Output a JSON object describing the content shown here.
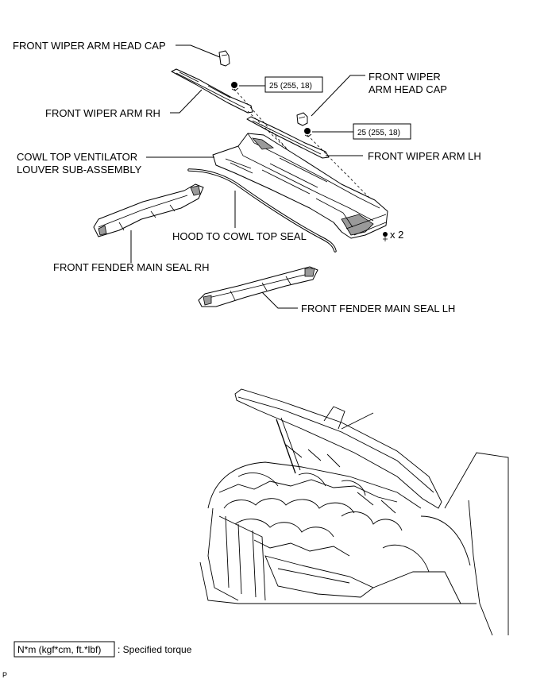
{
  "labels": {
    "head_cap_rh": "FRONT WIPER ARM HEAD CAP",
    "head_cap_lh_1": "FRONT WIPER",
    "head_cap_lh_2": "ARM HEAD CAP",
    "torque_rh": "25 (255, 18)",
    "torque_lh": "25 (255, 18)",
    "wiper_arm_rh": "FRONT WIPER ARM RH",
    "wiper_arm_lh": "FRONT WIPER ARM LH",
    "cowl_louver_1": "COWL TOP VENTILATOR",
    "cowl_louver_2": "LOUVER SUB-ASSEMBLY",
    "clip_qty": "x 2",
    "hood_seal": "HOOD TO COWL TOP SEAL",
    "fender_seal_rh": "FRONT FENDER MAIN SEAL RH",
    "fender_seal_lh": "FRONT FENDER MAIN SEAL LH"
  },
  "legend": {
    "unit_box": "N*m (kgf*cm, ft.*lbf)",
    "description": ": Specified torque"
  },
  "corner_mark": "P"
}
